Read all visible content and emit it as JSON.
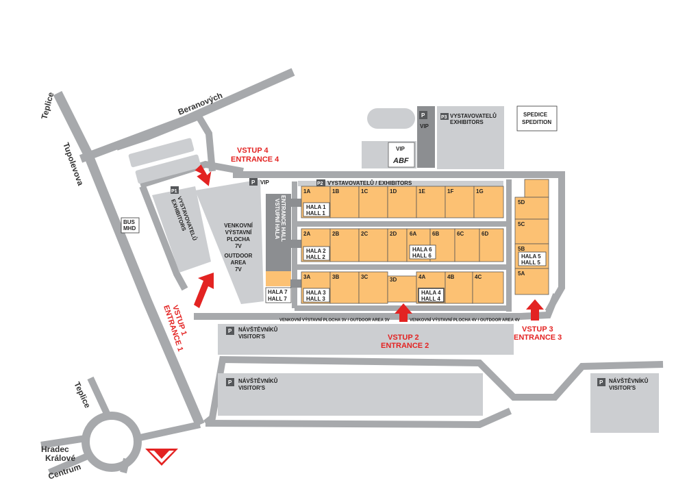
{
  "roads": {
    "teplice_top": "Teplice",
    "tupolevova": "Tupolevova",
    "beranovych": "Beranových",
    "teplice_bottom": "Teplice",
    "hradec": "Hradec",
    "kralove": "Králové",
    "centrum": "Centrum"
  },
  "entrances": {
    "e1_cz": "VSTUP 1",
    "e1_en": "ENTRANCE 1",
    "e2_cz": "VSTUP 2",
    "e2_en": "ENTRANCE 2",
    "e3_cz": "VSTUP 3",
    "e3_en": "ENTRANCE 3",
    "e4_cz": "VSTUP 4",
    "e4_en": "ENTRANCE 4"
  },
  "areas": {
    "bus_1": "BUS",
    "bus_2": "MHD",
    "p_letter": "P",
    "p1_letter": "P1",
    "p1_cz": "VYSTAVOVATELŮ",
    "p1_en": "EXHIBITORS",
    "p2_letter": "P2",
    "p2_text": "VYSTAVOVATELŮ / EXHIBITORS",
    "p3_letter": "P3",
    "p3_cz": "VYSTAVOVATELŮ",
    "p3_en": "EXHIBITORS",
    "vip": "VIP",
    "abf": "ABF",
    "spedice": "SPEDICE",
    "spedition": "SPEDITION",
    "outdoor_7v": [
      "VENKOVNÍ",
      "VÝSTAVNÍ",
      "PLOCHA",
      "7V",
      "",
      "OUTDOOR",
      "AREA",
      "7V"
    ],
    "entrance_hall_1": "VSTUPNÍ HALA",
    "entrance_hall_2": "ENTRANCE HALL",
    "outdoor_3v": "VENKOVNÍ VÝSTAVNÍ PLOCHA 3V / OUTDOOR AREA 3V",
    "outdoor_4v": "VENKOVNÍ VÝSTAVNÍ PLOCHA 4V / OUTDOOR AREA 4V",
    "visitors_cz": "NÁVŠTĚVNÍKŮ",
    "visitors_en": "VISITOR'S"
  },
  "halls": {
    "h1": [
      "HALA 1",
      "HALL 1"
    ],
    "h2": [
      "HALA 2",
      "HALL 2"
    ],
    "h3": [
      "HALA 3",
      "HALL 3"
    ],
    "h4": [
      "HALA 4",
      "HALL 4"
    ],
    "h5": [
      "HALA 5",
      "HALL 5"
    ],
    "h6": [
      "HALA 6",
      "HALL 6"
    ],
    "h7": [
      "HALA 7",
      "HALL 7"
    ]
  },
  "cells": {
    "row1": [
      "1A",
      "1B",
      "1C",
      "1D",
      "1E",
      "1F",
      "1G"
    ],
    "row2": [
      "2A",
      "2B",
      "2C",
      "2D",
      "6A",
      "6B",
      "6C",
      "6D"
    ],
    "row3": [
      "3A",
      "3B",
      "3C",
      "3D",
      "4A",
      "4B",
      "4C"
    ],
    "col5": [
      "5D",
      "5C",
      "5B",
      "5A"
    ]
  },
  "colors": {
    "road": "#a7a9ac",
    "plot": "#ccced1",
    "hall": "#fcc173",
    "accent": "#e32322",
    "dark": "#8c8e91"
  }
}
